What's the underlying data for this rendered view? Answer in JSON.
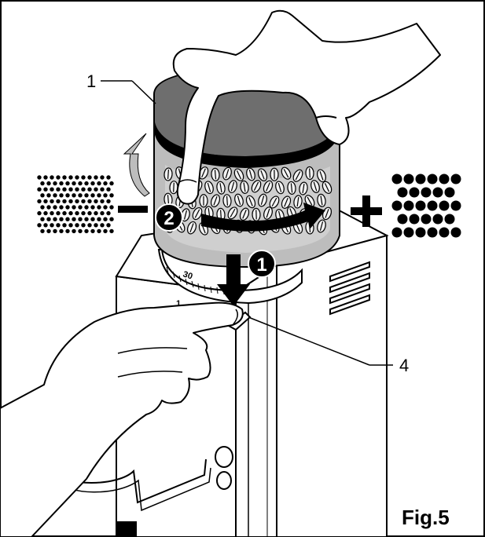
{
  "callouts": {
    "label_1": "1",
    "label_4": "4"
  },
  "steps": {
    "step_1": "1",
    "step_2": "2"
  },
  "adjustment": {
    "minus_sign": "−",
    "plus_sign": "+"
  },
  "dial": {
    "scale_30": "30",
    "scale_1": "1"
  },
  "figure_label": "Fig.5",
  "colors": {
    "ink": "#000000",
    "lid_gray": "#6e6e6e",
    "hopper_gray": "#bdbdbd",
    "bean_fill": "#f2f2f2",
    "paper": "#ffffff"
  }
}
